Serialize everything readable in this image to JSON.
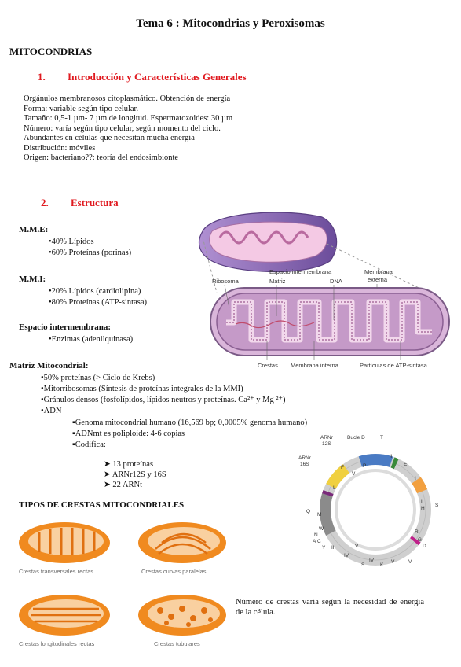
{
  "title": "Tema 6 : Mitocondrias y Peroxisomas",
  "heading": "MITOCONDRIAS",
  "sections": [
    {
      "num": "1.",
      "title": "Introducción y Características Generales"
    },
    {
      "num": "2.",
      "title": "Estructura"
    }
  ],
  "intro_lines": [
    "Orgánulos membranosos citoplasmático. Obtención de energía",
    "Forma: variable según tipo celular.",
    "Tamaño: 0,5-1 µm- 7 µm de longitud. Espermatozoides: 30 µm",
    "Número: varía según tipo celular, según momento del ciclo.",
    "Abundantes en células que necesitan mucha energía",
    "Distribución: móviles",
    "Origen: bacteriano??: teoría del endosimbionte"
  ],
  "mme": {
    "label": "M.M.E:",
    "items": [
      "•40% Lípidos",
      "•60% Proteínas (porinas)"
    ]
  },
  "mmi": {
    "label": "M.M.I:",
    "items": [
      "•20% Lípidos (cardiolipina)",
      "•80% Proteínas (ATP-sintasa)"
    ]
  },
  "espacio": {
    "label": "Espacio intermembrana:",
    "items": [
      "•Enzimas (adenilquinasa)"
    ]
  },
  "matriz": {
    "label": "Matriz Mitocondrial:",
    "items": [
      "•50% proteínas (> Ciclo de Krebs)",
      "•Mitorribosomas (Síntesis de proteínas integrales de la MMI)",
      "•Gránulos densos (fosfolípidos, lípidos neutros y proteínas. Ca²⁺ y Mg ²⁺)",
      "•ADN"
    ],
    "adn_items": [
      "▪Genoma mitocondrial humano (16,569 bp; 0,0005% genoma humano)",
      "▪ADNmt es poliploide: 4-6 copias",
      "▪Codifica:"
    ],
    "codifica": [
      "➤ 13 proteínas",
      "➤ ARNr12S y 16S",
      "➤ 22 ARNt"
    ]
  },
  "diagram_labels": {
    "ribosoma": "Ribosoma",
    "matriz": "Matriz",
    "espacio_line1": "Espacio intermembrana",
    "dna": "DNA",
    "membrana_externa_1": "Membrana",
    "membrana_externa_2": "externa",
    "crestas": "Crestas",
    "membrana_interna": "Membrana interna",
    "particulas": "Partículas de ATP-sintasa"
  },
  "dna_map_labels": {
    "arnr12s_1": "ARNr",
    "arnr12s_2": "12S",
    "arnr16s_1": "ARNr",
    "arnr16s_2": "16S",
    "bucle": "Bucle D",
    "genes": [
      "T",
      "P",
      "III",
      "E",
      "I",
      "L",
      "H",
      "S",
      "Q",
      "M",
      "W",
      "N",
      "C",
      "Y",
      "A",
      "II",
      "IV",
      "S",
      "K",
      "V",
      "IV",
      "R",
      "G",
      "D",
      "V",
      "L",
      "F",
      "V",
      "V"
    ]
  },
  "tipos_heading": "TIPOS DE CRESTAS MITOCONDRIALES",
  "crest_types": [
    "Crestas transversales rectas",
    "Crestas curvas paralelas",
    "Crestas longitudinales rectas",
    "Crestas tubulares"
  ],
  "note": "Número de crestas varía según la necesidad de energía de la célula.",
  "colors": {
    "section_red": "#e0191f",
    "orange": "#f08a1f",
    "pink_membrane": "#cf9ccf"
  }
}
